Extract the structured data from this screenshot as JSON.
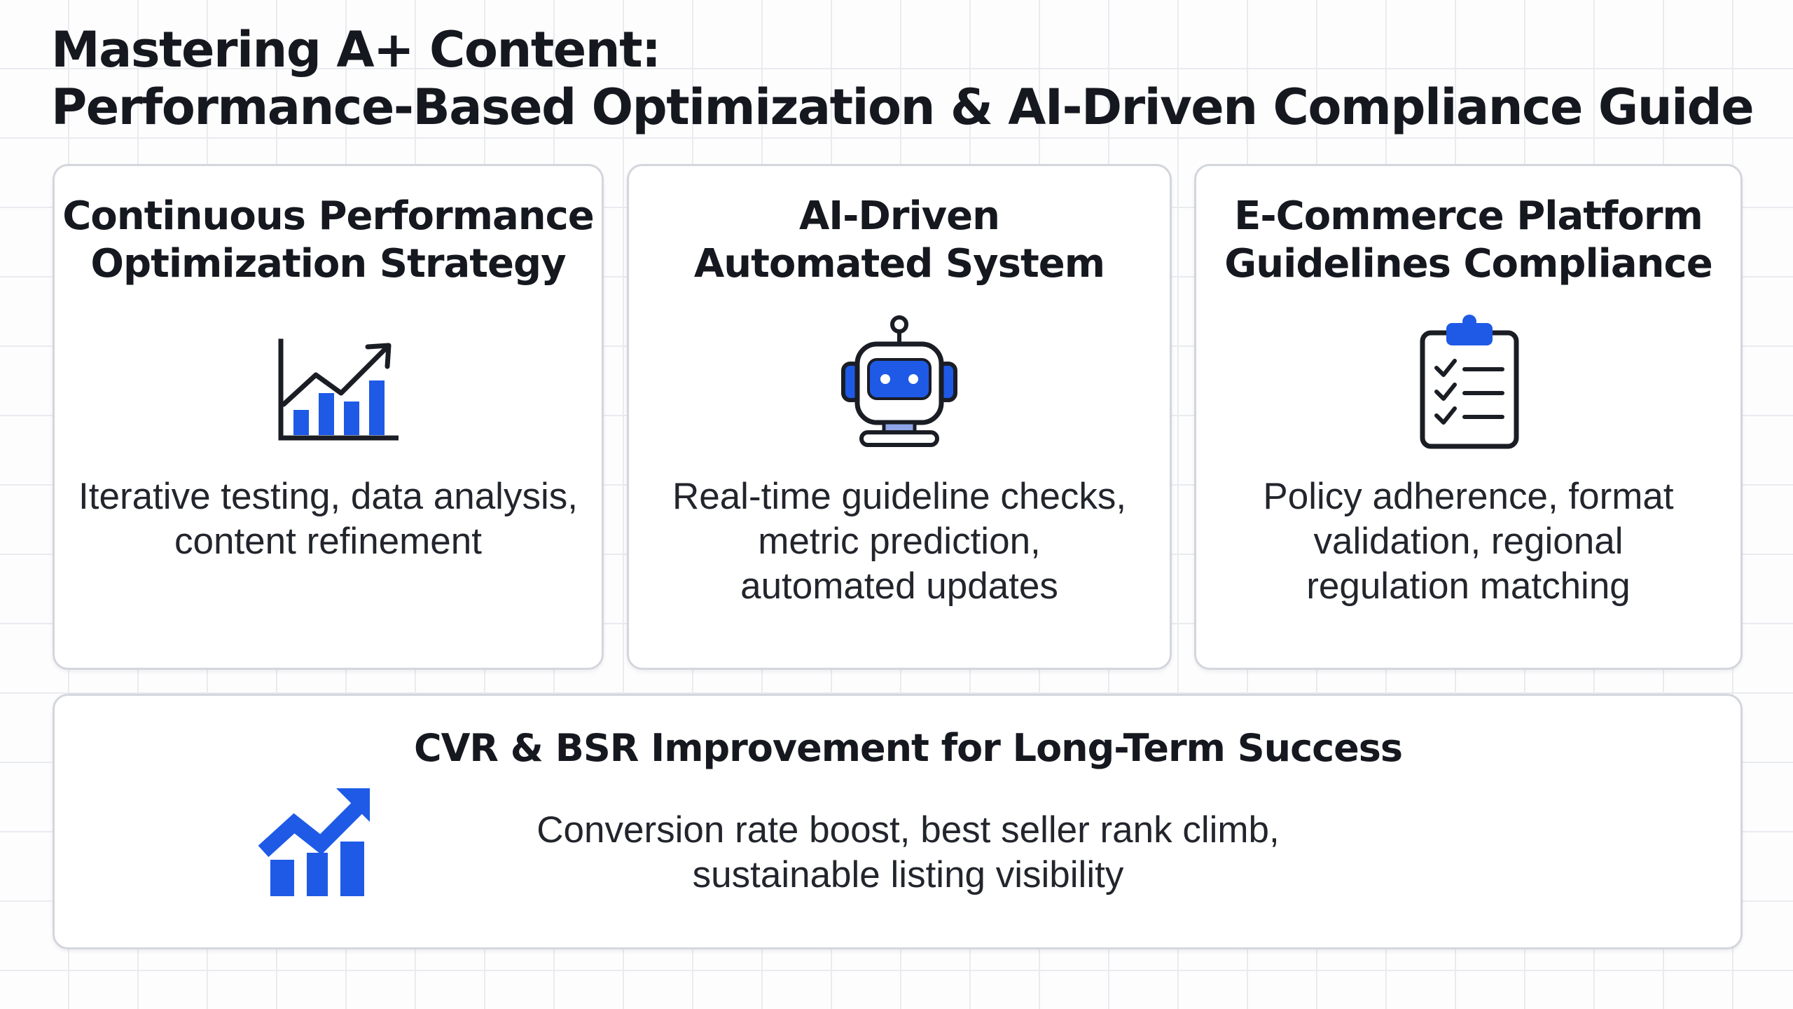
{
  "title": {
    "line1": "Mastering A+ Content:",
    "line2": "Performance-Based Optimization & AI-Driven Compliance Guide"
  },
  "colors": {
    "accent": "#1e5ae6",
    "ink": "#1a1d24",
    "border": "#d3d6dc",
    "grid": "#e9ebef"
  },
  "cards": [
    {
      "title_lines": [
        "Continuous Performance",
        "Optimization Strategy"
      ],
      "icon": "bar-chart-trend-icon",
      "desc_lines": [
        "Iterative testing, data analysis,",
        "content refinement"
      ]
    },
    {
      "title_lines": [
        "AI-Driven",
        "Automated System"
      ],
      "icon": "robot-icon",
      "desc_lines": [
        "Real-time guideline checks,",
        "metric prediction,",
        "automated updates"
      ]
    },
    {
      "title_lines": [
        "E-Commerce Platform",
        "Guidelines Compliance"
      ],
      "icon": "clipboard-checklist-icon",
      "desc_lines": [
        "Policy adherence, format",
        "validation, regional",
        "regulation matching"
      ]
    }
  ],
  "bottom": {
    "title": "CVR & BSR Improvement for Long-Term Success",
    "icon": "growth-chart-icon",
    "desc_lines": [
      "Conversion rate boost, best seller rank climb,",
      "sustainable listing visibility"
    ]
  }
}
